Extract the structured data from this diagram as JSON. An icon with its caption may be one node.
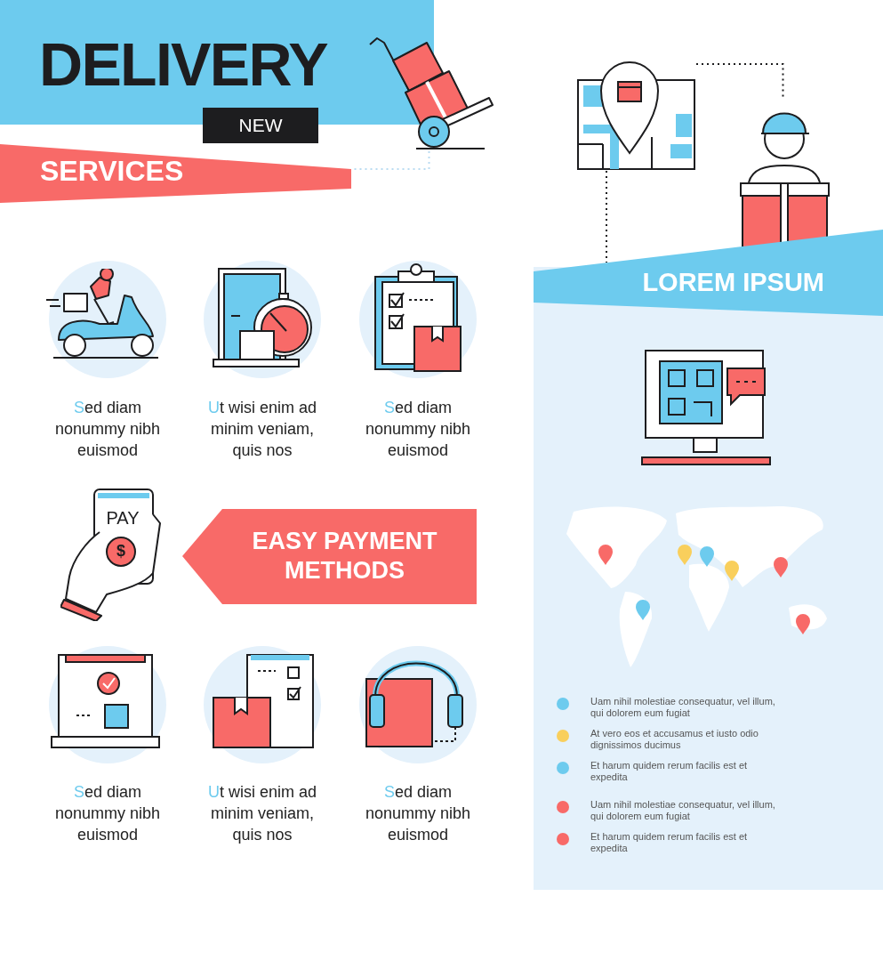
{
  "diagram": {
    "title": "DELIVERY",
    "nodes": [
      {
        "text": [],
        "shape": "picture"
      },
      {
        "text": [
          "SERVICES"
        ]
      },
      {
        "text": [],
        "shape": "picture"
      },
      {
        "text": [],
        "shape": "picture"
      },
      {
        "text": [
          "LOREM IPSUM"
        ]
      }
    ],
    "edges": [
      {
        "from": 0,
        "to": 1,
        "arrow": "none",
        "style": "dashed",
        "color": "#b9dcf2"
      },
      {
        "from": 2,
        "to": 3,
        "arrow": "none",
        "style": "dashed"
      },
      {
        "from": 2,
        "to": 4,
        "arrow": "none",
        "style": "dashed"
      }
    ],
    "labels": [
      "NEW",
      "Sed diam nonummy nibh euismod",
      "Ut wisi enim ad minim veniam, quis nos",
      "Sed diam nonummy nibh euismod",
      "PAY",
      "$",
      "EASY PAYMENT METHODS",
      "Sed diam nonummy nibh euismod",
      "Ut wisi enim ad minim veniam, quis nos",
      "Sed diam nonummy nibh euismod"
    ],
    "legend": [
      {
        "text": "Uam nihil molestiae consequatur, vel illum, qui dolorem eum fugiat",
        "color": "#6dcbee"
      },
      {
        "text": "At vero eos et accusamus et iusto odio dignissimos ducimus",
        "color": "#f9cf5c"
      },
      {
        "text": "Et harum quidem rerum facilis est et expedita",
        "color": "#6dcbee"
      },
      {
        "text": "Uam nihil molestiae consequatur, vel illum, qui dolorem eum fugiat",
        "color": "#f86a68"
      },
      {
        "text": "Et harum quidem rerum facilis est et expedita",
        "color": "#f86a68"
      }
    ]
  }
}
